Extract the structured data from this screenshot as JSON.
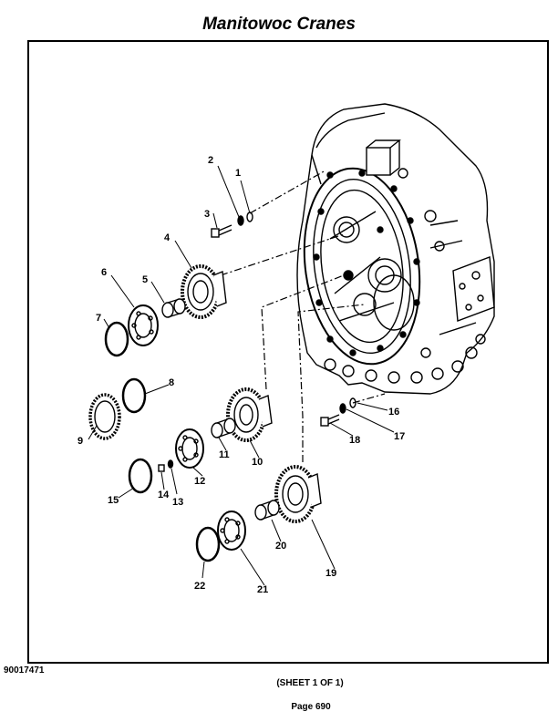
{
  "header": {
    "title": "Manitowoc Cranes"
  },
  "diagram": {
    "callouts": [
      "1",
      "2",
      "3",
      "4",
      "5",
      "6",
      "7",
      "8",
      "9",
      "10",
      "11",
      "12",
      "13",
      "14",
      "15",
      "16",
      "17",
      "18",
      "19",
      "20",
      "21",
      "22"
    ]
  },
  "footer": {
    "doc_number": "90017471",
    "sheet": "(SHEET 1 OF 1)",
    "page": "Page 690"
  }
}
